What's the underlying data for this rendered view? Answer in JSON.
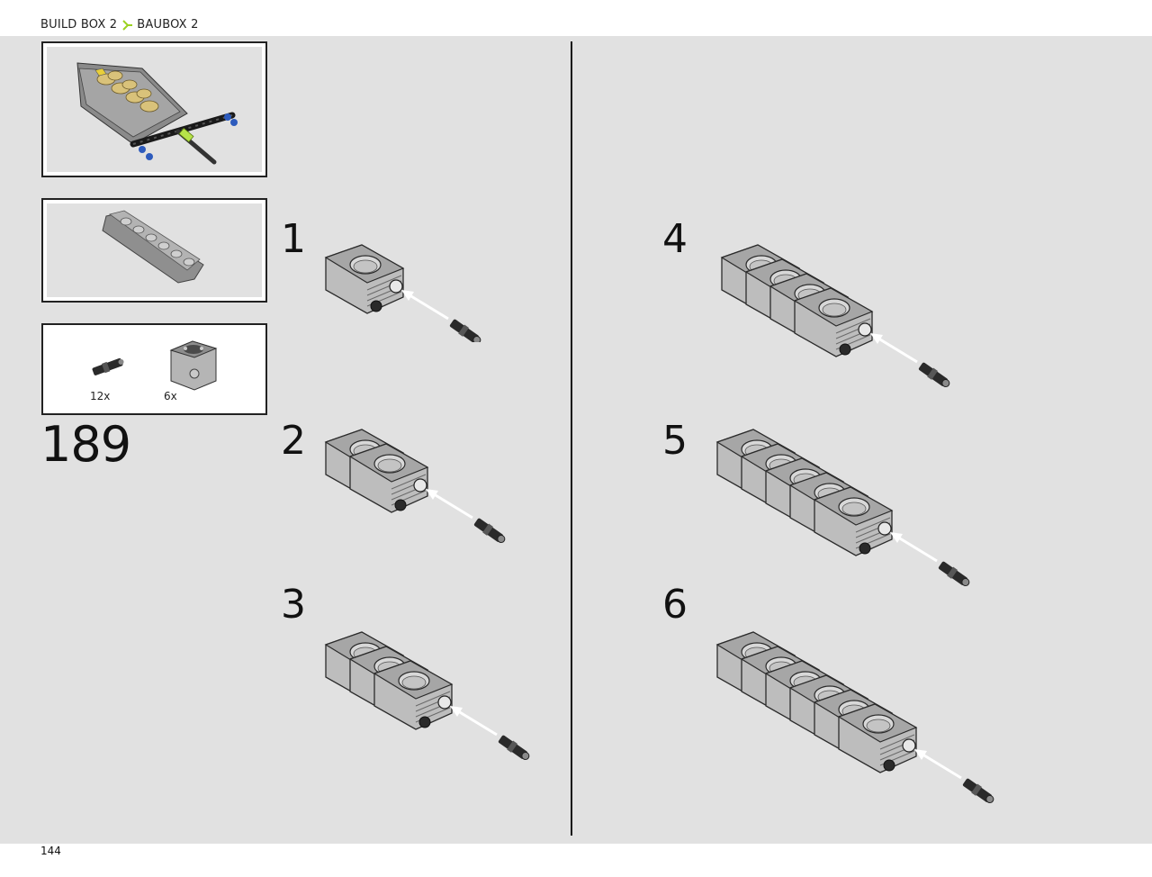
{
  "header": {
    "breadcrumb_en": "BUILD BOX 2",
    "breadcrumb_de": "BAUBOX 2",
    "separator_icon": "green-chevron-icon",
    "accent_color": "#9bd21f"
  },
  "parts_list": {
    "items": [
      {
        "name": "axle-connector",
        "qty": "12x"
      },
      {
        "name": "engine-cylinder-block",
        "qty": "6x"
      }
    ]
  },
  "step": {
    "number": "189",
    "substeps": [
      "1",
      "2",
      "3",
      "4",
      "5",
      "6"
    ]
  },
  "footer": {
    "page_number": "144"
  }
}
